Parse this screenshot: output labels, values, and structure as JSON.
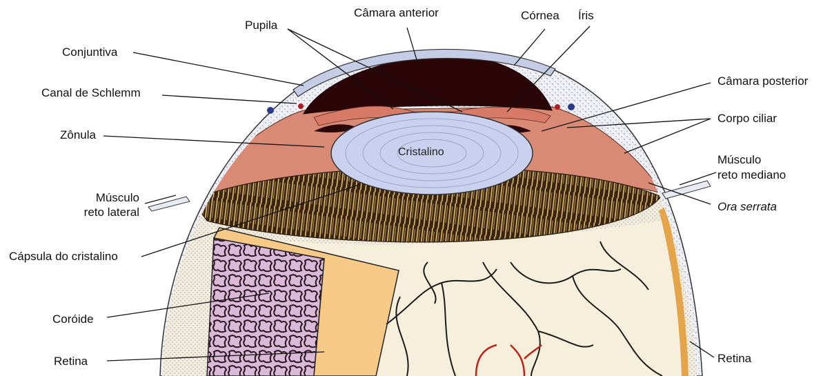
{
  "labels": {
    "camara_anterior": "Câmara anterior",
    "cornea": "Córnea",
    "iris": "Íris",
    "pupila": "Pupila",
    "conjuntiva": "Conjuntiva",
    "canal_schlemm": "Canal de Schlemm",
    "camara_posterior": "Câmara posterior",
    "corpo_ciliar": "Corpo ciliar",
    "zonula": "Zônula",
    "cristalino": "Cristalino",
    "musculo_lateral_1": "Músculo",
    "musculo_lateral_2": "reto lateral",
    "musculo_mediano_1": "Músculo",
    "musculo_mediano_2": "reto mediano",
    "ora_serrata": "Ora serrata",
    "capsula": "Cápsula do cristalino",
    "coroide": "Coróide",
    "retina_left": "Retina",
    "retina_right": "Retina"
  },
  "colors": {
    "cornea": "#c5cde6",
    "chamber": "#2a0608",
    "ciliary": "#d98a74",
    "lens": "#c9d1ee",
    "iris_band": "#3a2410",
    "iris_stripes": "#e6c777",
    "retina_bg": "#f4ead2",
    "choroid": "#d8b7d8",
    "retina_panel": "#f6c987",
    "vessels": "#1a1a1a",
    "red_vessels": "#c0221a",
    "sclera_speckle": "#e9ebf2"
  }
}
